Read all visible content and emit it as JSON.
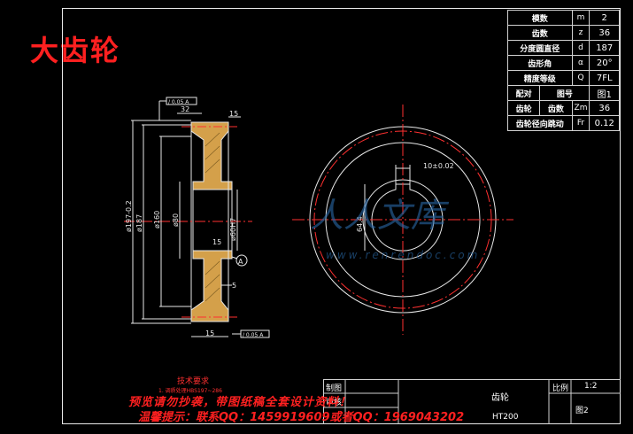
{
  "title": "大齿轮",
  "params": [
    {
      "label": "模数",
      "symbol": "m",
      "value": "2"
    },
    {
      "label": "齿数",
      "symbol": "z",
      "value": "36"
    },
    {
      "label": "分度圆直径",
      "symbol": "d",
      "value": "187"
    },
    {
      "label": "齿形角",
      "symbol": "α",
      "value": "20°"
    },
    {
      "label": "精度等级",
      "symbol": "Q",
      "value": "7FL"
    }
  ],
  "mating": {
    "group_label_1": "配对",
    "group_label_2": "齿轮",
    "fig_label": "图号",
    "fig_value": "图1",
    "teeth_label": "齿数",
    "teeth_symbol": "Zm",
    "teeth_value": "36"
  },
  "runout": {
    "label": "齿轮径向跳动",
    "symbol": "Fr",
    "value": "0.12"
  },
  "dims": {
    "d197": "ø197-0.2",
    "d187": "ø187",
    "d160": "ø160",
    "d80": "ø80",
    "d60": "ø60H7",
    "w15_top": "15",
    "w32": "32",
    "w15_mid": "15",
    "w5": "5",
    "w15_bottom": "15",
    "keyway": "10±0.02",
    "keydepth": "64.4",
    "datum": "A",
    "tol_top": "/ 0.05 A",
    "tol_bottom": "/ 0.05 A"
  },
  "watermark": "人人文库",
  "watermark_url": "www.renrendoc.com",
  "tech_title": "技术要求",
  "tech_line": "1. 调质处理HBS197~286",
  "warning1": "预览请勿抄袭，带图纸稿全套设计资料！",
  "warning2": "温馨提示：联系QQ：1459919609或者QQ：1969043202",
  "titleblock": {
    "drawn": "制图",
    "checked": "审核",
    "part": "齿轮",
    "material": "HT200",
    "scale_label": "比例",
    "scale": "1:2",
    "fig": "图2"
  },
  "colors": {
    "line": "#e8e8e8",
    "gear": "#d4a04a",
    "red": "#ff2020",
    "center": "#ff3030",
    "watermark": "#2a6aa8"
  }
}
